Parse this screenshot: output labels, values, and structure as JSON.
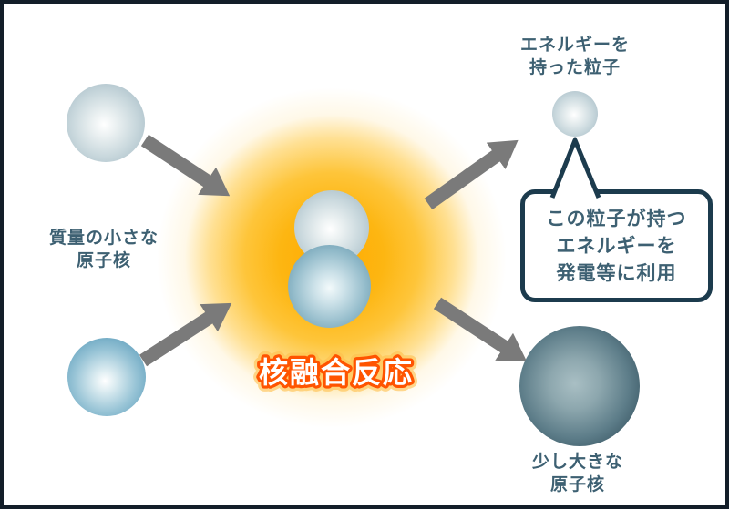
{
  "diagram": {
    "fusion_title": "核融合反応",
    "left_label": {
      "line1": "質量の小さな",
      "line2": "原子核"
    },
    "energy_label": {
      "line1": "エネルギーを",
      "line2": "持った粒子"
    },
    "result_label": {
      "line1": "少し大きな",
      "line2": "原子核"
    },
    "bubble": {
      "line1": "この粒子が持つ",
      "line2": "エネルギーを",
      "line3": "発電等に利用"
    }
  },
  "colors": {
    "background": "#ffffff",
    "frame_border": "#131e29",
    "label_text": "#3d6072",
    "arrow": "#7a7a7a",
    "glow_core": "#ffaa00",
    "fusion_text_fill": "#ffffff",
    "fusion_text_stroke": "#ff5400",
    "fusion_text_halo": "#ffc04d",
    "bubble_border": "#1c3b4d",
    "sphere_gray_edge": "#9db3bd",
    "sphere_blue_edge": "#5089a6",
    "sphere_dark_edge": "#2a4552"
  }
}
